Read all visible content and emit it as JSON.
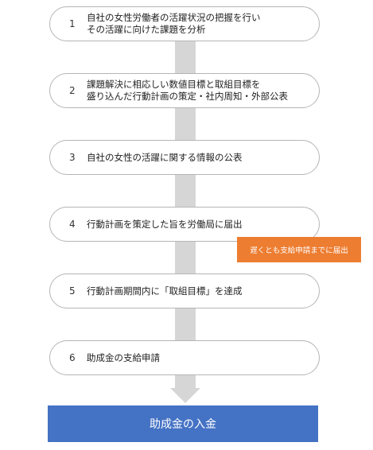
{
  "steps": [
    {
      "num": "1",
      "text": "自社の女性労働者の活躍状況の把握を行い\nその活躍に向けた課題を分析"
    },
    {
      "num": "2",
      "text": "課題解決に相応しい数値目標と取組目標を\n盛り込んだ行動計画の策定・社内周知・外部公表"
    },
    {
      "num": "3",
      "text": "自社の女性の活躍に関する情報の公表"
    },
    {
      "num": "4",
      "text": "行動計画を策定した旨を労働局に届出"
    },
    {
      "num": "5",
      "text": "行動計画期間内に「取組目標」を達成"
    },
    {
      "num": "6",
      "text": "助成金の支給申請"
    }
  ],
  "note": "遅くとも支給申請までに届出",
  "result": "助成金の入金",
  "colors": {
    "note": "#ed7d31",
    "result": "#4472c4",
    "connector": "#d6d6d6",
    "border": "#b5b5b5"
  }
}
